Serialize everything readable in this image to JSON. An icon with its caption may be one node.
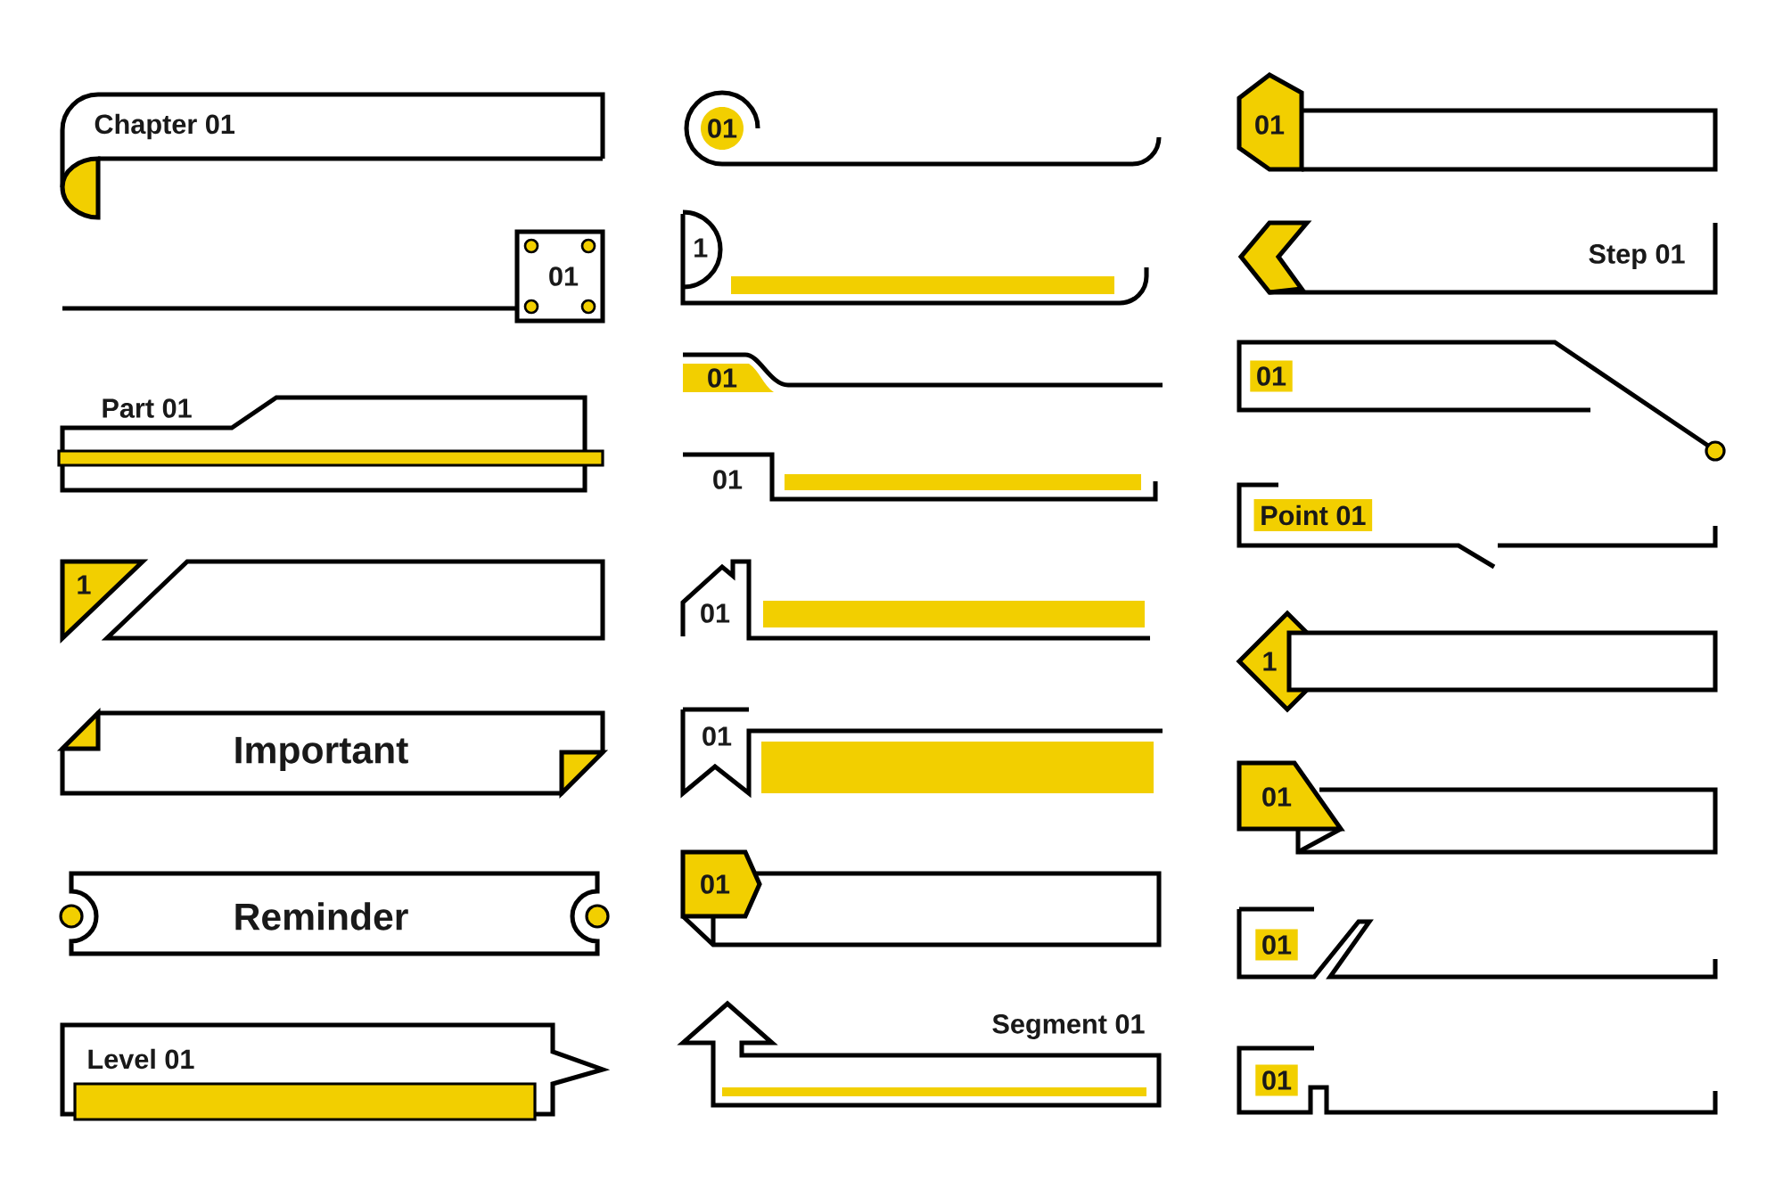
{
  "diagram": {
    "nodes": [
      {
        "text": [
          "Chapter 01"
        ]
      },
      {
        "text": [
          "01"
        ]
      },
      {
        "text": [
          "Part 01"
        ]
      },
      {
        "text": [
          "1"
        ]
      },
      {
        "text": [
          "Important"
        ]
      },
      {
        "text": [
          "Reminder"
        ]
      },
      {
        "text": [
          "Level 01"
        ]
      },
      {
        "text": [
          "01"
        ]
      },
      {
        "text": [
          "1"
        ]
      },
      {
        "text": [
          "01"
        ]
      },
      {
        "text": [
          "01"
        ]
      },
      {
        "text": [
          "01"
        ]
      },
      {
        "text": [
          "01"
        ]
      },
      {
        "text": [
          "01"
        ]
      },
      {
        "text": [
          "Segment 01"
        ]
      },
      {
        "text": [
          "01"
        ]
      },
      {
        "text": [
          "Step 01"
        ]
      },
      {
        "text": [
          "01"
        ]
      },
      {
        "text": [
          "Point 01"
        ]
      },
      {
        "text": [
          "1"
        ]
      },
      {
        "text": [
          "01"
        ]
      },
      {
        "text": [
          "01"
        ]
      },
      {
        "text": [
          "01"
        ]
      }
    ]
  }
}
